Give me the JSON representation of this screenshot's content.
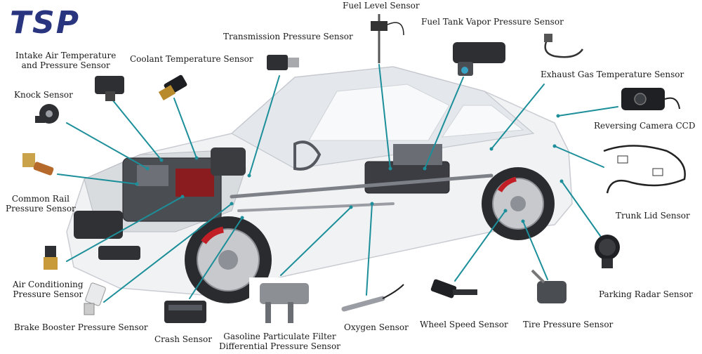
{
  "brand": {
    "logo_text": "TSP",
    "accent": "#2a3580",
    "leader_color": "#1c8f9a"
  },
  "sensors": [
    {
      "id": "fuel-level",
      "label": "Fuel Level Sensor"
    },
    {
      "id": "fuel-tank-vapor",
      "label": "Fuel Tank Vapor Pressure Sensor"
    },
    {
      "id": "transmission-pressure",
      "label": "Transmission Pressure Sensor"
    },
    {
      "id": "intake-air",
      "label": "Intake Air Temperature\nand Pressure Sensor"
    },
    {
      "id": "coolant-temp",
      "label": "Coolant Temperature Sensor"
    },
    {
      "id": "exhaust-gas-temp",
      "label": "Exhaust Gas Temperature Sensor"
    },
    {
      "id": "knock",
      "label": "Knock Sensor"
    },
    {
      "id": "reversing-camera",
      "label": "Reversing Camera CCD"
    },
    {
      "id": "common-rail",
      "label": "Common Rail\nPressure Sensor"
    },
    {
      "id": "trunk-lid",
      "label": "Trunk Lid Sensor"
    },
    {
      "id": "air-conditioning",
      "label": "Air Conditioning\nPressure Sensor"
    },
    {
      "id": "parking-radar",
      "label": "Parking Radar Sensor"
    },
    {
      "id": "brake-booster",
      "label": "Brake Booster Pressure Sensor"
    },
    {
      "id": "crash",
      "label": "Crash Sensor"
    },
    {
      "id": "gpf-diff",
      "label": "Gasoline Particulate Filter\nDifferential Pressure Sensor"
    },
    {
      "id": "oxygen",
      "label": "Oxygen Sensor"
    },
    {
      "id": "wheel-speed",
      "label": "Wheel Speed Sensor"
    },
    {
      "id": "tire-pressure",
      "label": "Tire Pressure Sensor"
    }
  ]
}
